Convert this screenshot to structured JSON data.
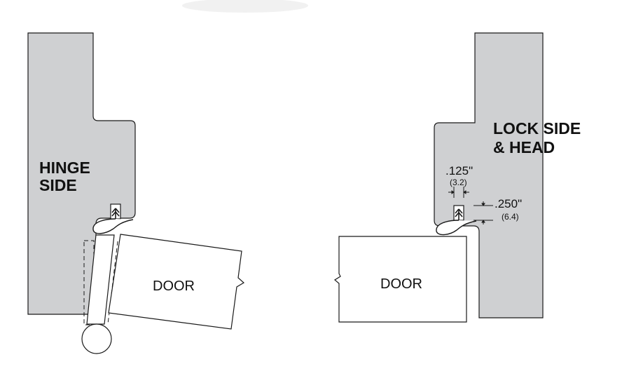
{
  "colors": {
    "frame_fill": "#cfd0d2",
    "stroke": "#1a1a1a",
    "background": "#ffffff"
  },
  "hinge_side": {
    "label_line1": "HINGE",
    "label_line2": "SIDE",
    "door_label": "DOOR"
  },
  "lock_side": {
    "label_line1": "LOCK SIDE",
    "label_line2": "& HEAD",
    "door_label": "DOOR",
    "gap_width_in": ".125\"",
    "gap_width_mm": "(3.2)",
    "gap_depth_in": ".250\"",
    "gap_depth_mm": "(6.4)"
  },
  "icons": [
    "door-seal-icon",
    "hinge-pivot-icon",
    "break-line-icon"
  ]
}
